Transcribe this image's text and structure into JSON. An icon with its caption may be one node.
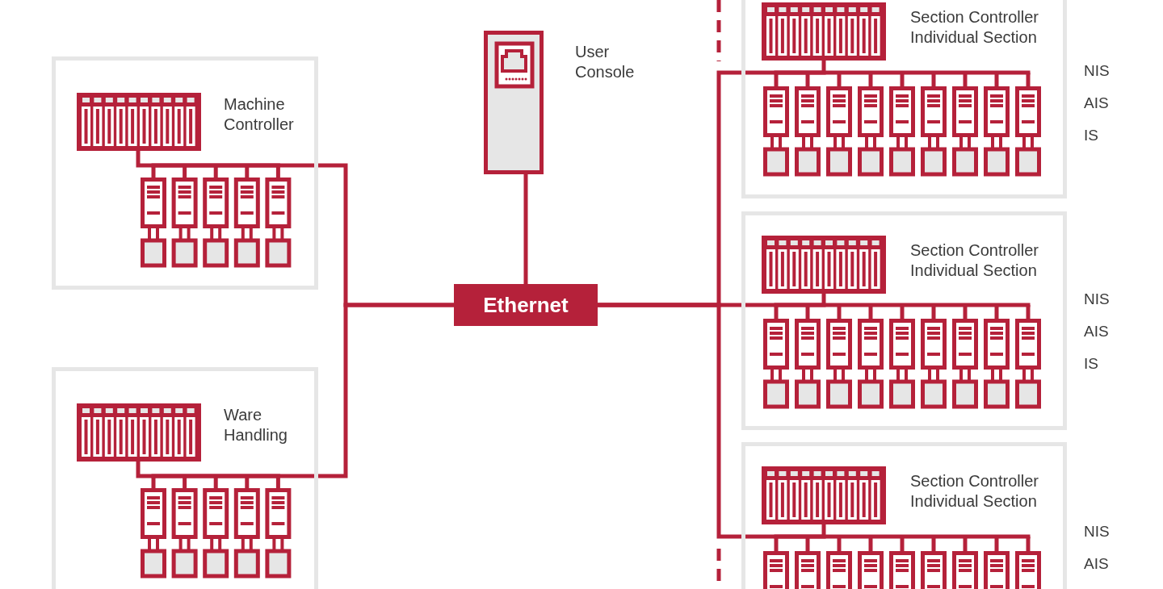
{
  "diagram": {
    "nodes": [
      {
        "text": [],
        "shape": "box"
      },
      {
        "text": [
          "Machine Controller"
        ],
        "in": 0
      },
      {
        "text": [],
        "shape": "box"
      },
      {
        "text": [
          "Ware Handling"
        ],
        "in": 2
      },
      {
        "text": [
          "User Console"
        ]
      },
      {
        "text": [
          "Ethernet"
        ]
      },
      {
        "text": [],
        "shape": "box"
      },
      {
        "text": [
          "Section Controller",
          "Individual Section"
        ],
        "in": 6
      },
      {
        "text": [],
        "shape": "box"
      },
      {
        "text": [
          "Section Controller",
          "Individual Section"
        ],
        "in": 8
      },
      {
        "text": [],
        "shape": "box"
      },
      {
        "text": [
          "Section Controller",
          "Individual Section"
        ],
        "in": 10
      }
    ],
    "edges": [
      {
        "from": 1,
        "to": 5,
        "arrow": "none"
      },
      {
        "from": 3,
        "to": 5,
        "arrow": "none"
      },
      {
        "from": 4,
        "to": 5,
        "arrow": "none"
      },
      {
        "from": 5,
        "to": 7,
        "arrow": "none"
      },
      {
        "from": 5,
        "to": 9,
        "arrow": "none"
      },
      {
        "from": 5,
        "to": 11,
        "arrow": "none"
      }
    ],
    "labels": [
      "NIS",
      "AIS",
      "IS",
      "NIS",
      "AIS",
      "IS",
      "NIS",
      "AIS"
    ]
  }
}
